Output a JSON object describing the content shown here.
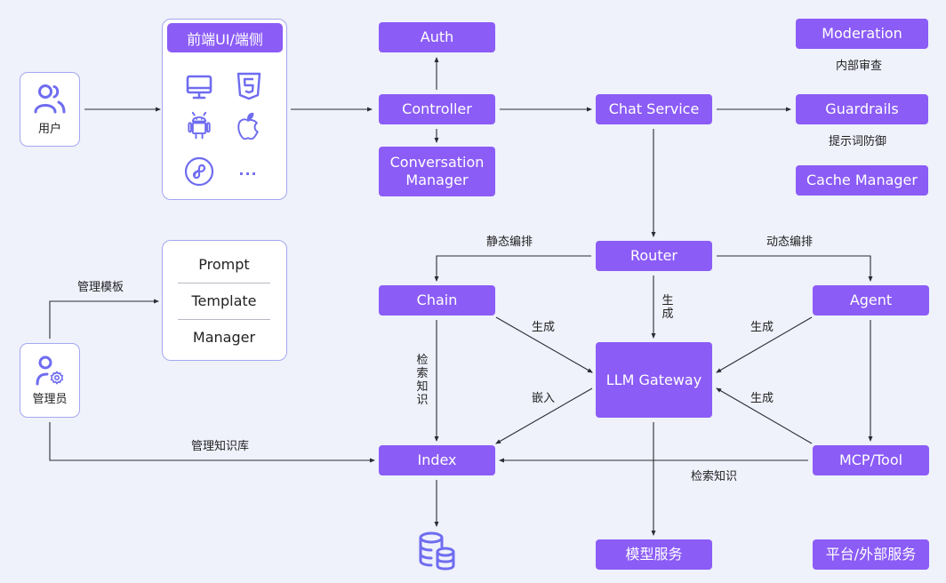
{
  "actors": {
    "user": {
      "label": "用户",
      "icon": "users-icon"
    },
    "admin": {
      "label": "管理员",
      "icon": "user-gear-icon"
    }
  },
  "frontend": {
    "title": "前端UI/端侧",
    "icons": [
      "desktop-icon",
      "html5-icon",
      "android-icon",
      "apple-icon",
      "mini-program-icon",
      "more-icon"
    ],
    "more": "..."
  },
  "prompt_template_manager": {
    "lines": [
      "Prompt",
      "Template",
      "Manager"
    ]
  },
  "nodes": {
    "auth": "Auth",
    "controller": "Controller",
    "conversation_manager": "Conversation Manager",
    "chat_service": "Chat Service",
    "moderation": "Moderation",
    "guardrails": "Guardrails",
    "cache_manager": "Cache Manager",
    "router": "Router",
    "chain": "Chain",
    "agent": "Agent",
    "llm_gateway": "LLM Gateway",
    "index": "Index",
    "mcp_tool": "MCP/Tool",
    "model_service": "模型服务",
    "platform_service": "平台/外部服务"
  },
  "annotations": {
    "moderation_note": "内部审查",
    "guardrails_note": "提示词防御"
  },
  "edge_labels": {
    "manage_templates": "管理模板",
    "manage_knowledge": "管理知识库",
    "static_orchestration": "静态编排",
    "dynamic_orchestration": "动态编排",
    "router_generate": "生成",
    "chain_generate": "生成",
    "agent_generate": "生成",
    "mcp_generate": "生成",
    "embed": "嵌入",
    "chain_retrieve": "检索知识",
    "mcp_retrieve": "检索知识"
  },
  "storage": {
    "icon": "database-icon"
  },
  "colors": {
    "node": "#8b5cf6",
    "icon": "#6f6cf0",
    "card_border": "#a5a8ee",
    "background": "#eff1fb",
    "edge": "#2b2b35"
  }
}
